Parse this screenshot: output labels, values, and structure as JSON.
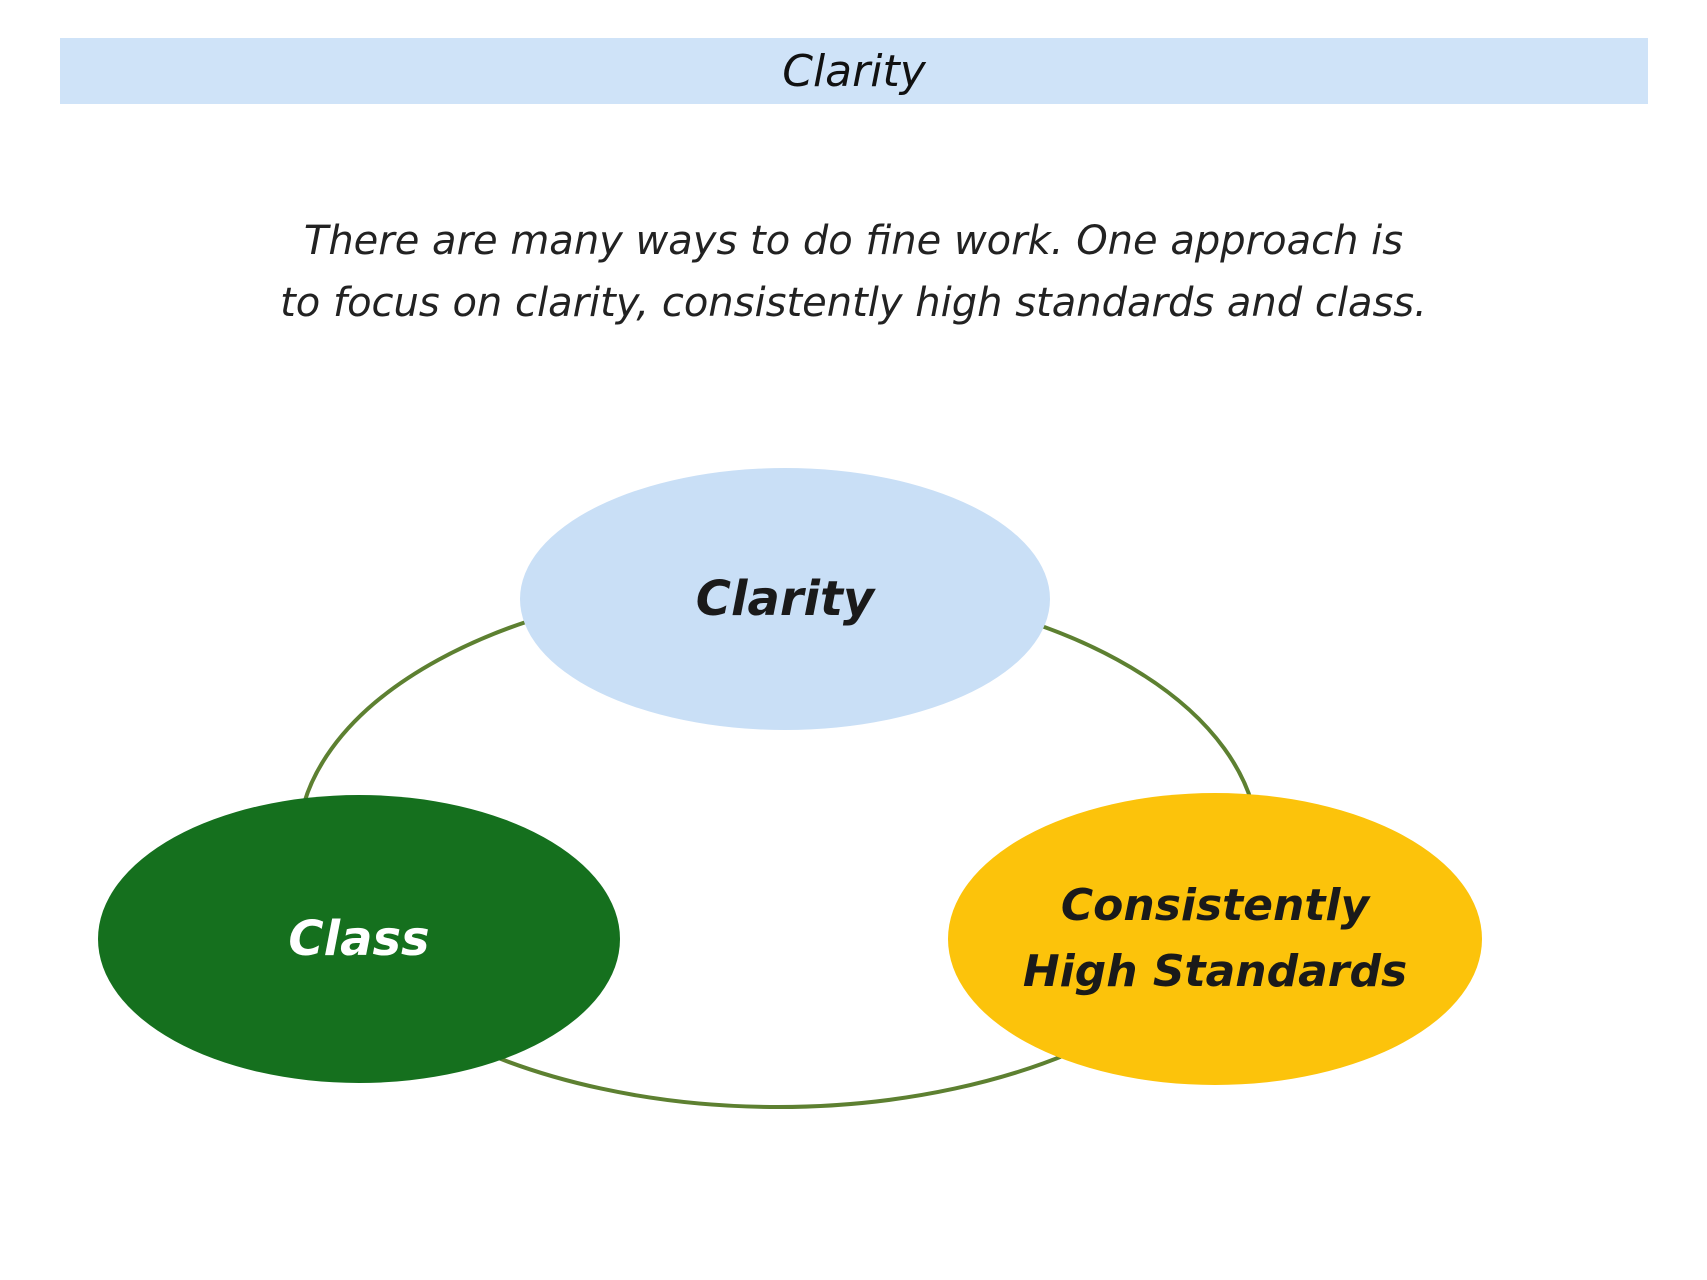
{
  "header": {
    "title": "Clarity",
    "bg_color": "#cfe3f8"
  },
  "intro": {
    "line1": "There are many ways to do fine work. One approach is",
    "line2": "to focus on clarity, consistently high standards and class."
  },
  "diagram": {
    "ring_color": "#5d8031",
    "nodes": [
      {
        "id": "clarity",
        "label": "Clarity",
        "fill": "#c9dff6",
        "text_color": "#1a1a1a"
      },
      {
        "id": "class",
        "label": "Class",
        "fill": "#15701e",
        "text_color": "#ffffff"
      },
      {
        "id": "consistently-high-standards",
        "label_line1": "Consistently",
        "label_line2": "High Standards",
        "fill": "#fcc30b",
        "text_color": "#1a1a1a"
      }
    ]
  }
}
